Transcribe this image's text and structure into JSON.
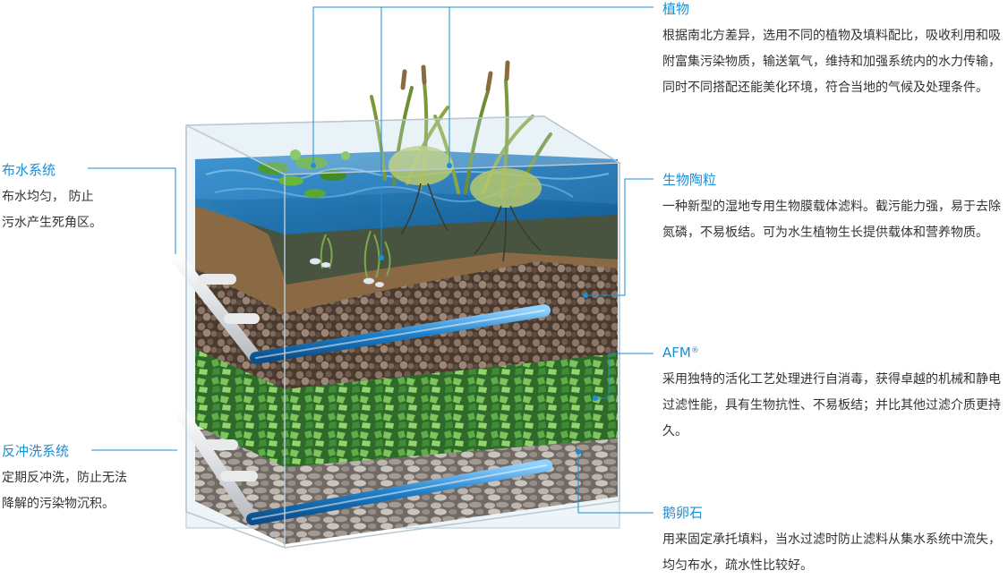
{
  "colors": {
    "accent": "#1a8fd6",
    "text": "#333333"
  },
  "callouts": {
    "plants": {
      "title": "植物",
      "desc": "根据南北方差异，选用不同的植物及填料配比，吸收利用和吸附富集污染物质，输送氧气，维持和加强系统内的水力传输，同时不同搭配还能美化环境，符合当地的气候及处理条件。"
    },
    "ceramsite": {
      "title": "生物陶粒",
      "desc": "一种新型的湿地专用生物膜载体滤料。截污能力强，易于去除氮磷，不易板结。可为水生植物生长提供载体和营养物质。"
    },
    "afm": {
      "title": "AFM",
      "title_sup": "®",
      "desc": "采用独特的活化工艺处理进行自消毒，获得卓越的机械和静电过滤性能，具有生物抗性、不易板结；并比其他过滤介质更持久。"
    },
    "pebbles": {
      "title": "鹅卵石",
      "desc": "用来固定承托填料，当水过滤时防止滤料从集水系统中流失，均匀布水，疏水性比较好。"
    },
    "distribution": {
      "title": "布水系统",
      "desc": "布水均匀， 防止\n污水产生死角区。"
    },
    "backwash": {
      "title": "反冲洗系统",
      "desc": "定期反冲洗，防止无法\n降解的污染物沉积。"
    }
  }
}
